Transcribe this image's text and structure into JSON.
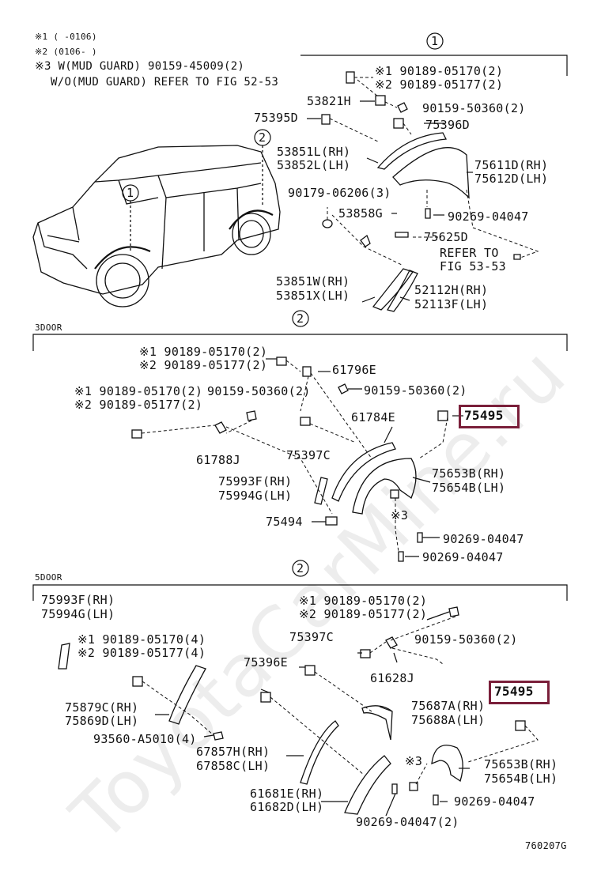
{
  "legend": {
    "n1": "※1 (      -0106)",
    "n2": "※2 (0106-      )",
    "n3": "※3 W(MUD GUARD) 90159-45009(2)",
    "n4": "W/O(MUD GUARD) REFER TO FIG 52-53"
  },
  "callouts": {
    "one": "1",
    "two": "2"
  },
  "sections": {
    "door3": "3DOOR",
    "door5": "5DOOR"
  },
  "top": {
    "p1": "※1 90189-05170(2)",
    "p2": "※2 90189-05177(2)",
    "p3": "53821H",
    "p4": "90159-50360(2)",
    "p5": "75395D",
    "p6": "75396D",
    "p7": "53851L(RH)",
    "p8": "53852L(LH)",
    "p9": "75611D(RH)",
    "p10": "75612D(LH)",
    "p11": "90179-06206(3)",
    "p12": "53858G",
    "p13": "90269-04047",
    "p14": "75625D",
    "p15": "REFER TO",
    "p16": "FIG 53-53",
    "p17": "53851W(RH)",
    "p18": "53851X(LH)",
    "p19": "52112H(RH)",
    "p20": "52113F(LH)"
  },
  "mid": {
    "p1": "※1 90189-05170(2)",
    "p2": "※2 90189-05177(2)",
    "p3": "61796E",
    "p4": "※1 90189-05170(2)",
    "p5": "90159-50360(2)",
    "p6": "90159-50360(2)",
    "p7": "※2 90189-05177(2)",
    "p8": "61784E",
    "p9": "75495",
    "p10": "61788J",
    "p11": "75397C",
    "p12": "75993F(RH)",
    "p13": "75994G(LH)",
    "p14": "75653B(RH)",
    "p15": "75654B(LH)",
    "p16": "75494",
    "p17": "※3",
    "p18": "90269-04047",
    "p19": "90269-04047"
  },
  "bot": {
    "p1": "75993F(RH)",
    "p2": "75994G(LH)",
    "p3": "※1 90189-05170(2)",
    "p4": "※2 90189-05177(2)",
    "p5": "75397C",
    "p6": "90159-50360(2)",
    "p7": "※1 90189-05170(4)",
    "p8": "※2 90189-05177(4)",
    "p9": "75396E",
    "p10": "61628J",
    "p11": "75495",
    "p12": "75879C(RH)",
    "p13": "75869D(LH)",
    "p14": "75687A(RH)",
    "p15": "75688A(LH)",
    "p16": "93560-A5010(4)",
    "p17": "67857H(RH)",
    "p18": "67858C(LH)",
    "p19": "※3",
    "p20": "75653B(RH)",
    "p21": "75654B(LH)",
    "p22": "61681E(RH)",
    "p23": "61682D(LH)",
    "p24": "90269-04047",
    "p25": "90269-04047(2)"
  },
  "figure_id": "760207G",
  "watermark": "ToyotaCarMine.ru",
  "highlight_color": "#7a1f3a"
}
